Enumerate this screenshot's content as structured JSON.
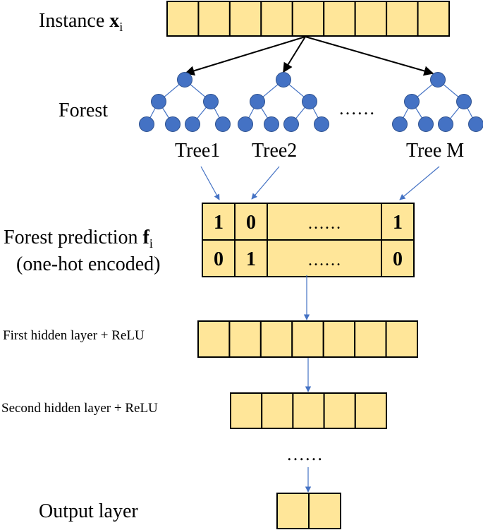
{
  "labels": {
    "instance_text": "Instance ",
    "instance_symbol": "x",
    "instance_sub": "i",
    "forest": "Forest",
    "forest_pred_text": "Forest prediction ",
    "forest_pred_symbol": "f",
    "forest_pred_sub": "i",
    "forest_pred_note": "(one-hot encoded)",
    "first_hidden": "First hidden layer + ReLU",
    "second_hidden": "Second hidden layer + ReLU",
    "output": "Output layer"
  },
  "trees": [
    {
      "label": "Tree1"
    },
    {
      "label": "Tree2"
    },
    {
      "label": "Tree M"
    }
  ],
  "tree_ellipsis": "……",
  "prediction_rows": [
    [
      "1",
      "0",
      "……",
      "1"
    ],
    [
      "0",
      "1",
      "……",
      "0"
    ]
  ],
  "layer_ellipsis": "……",
  "layers": {
    "instance_cells": 9,
    "first_hidden_cells": 7,
    "second_hidden_cells": 5,
    "output_cells": 2
  },
  "colors": {
    "cell_fill": "#ffe699",
    "node_fill": "#4472c4",
    "blue_arrow": "#4472c4",
    "black_arrow": "#000000"
  }
}
